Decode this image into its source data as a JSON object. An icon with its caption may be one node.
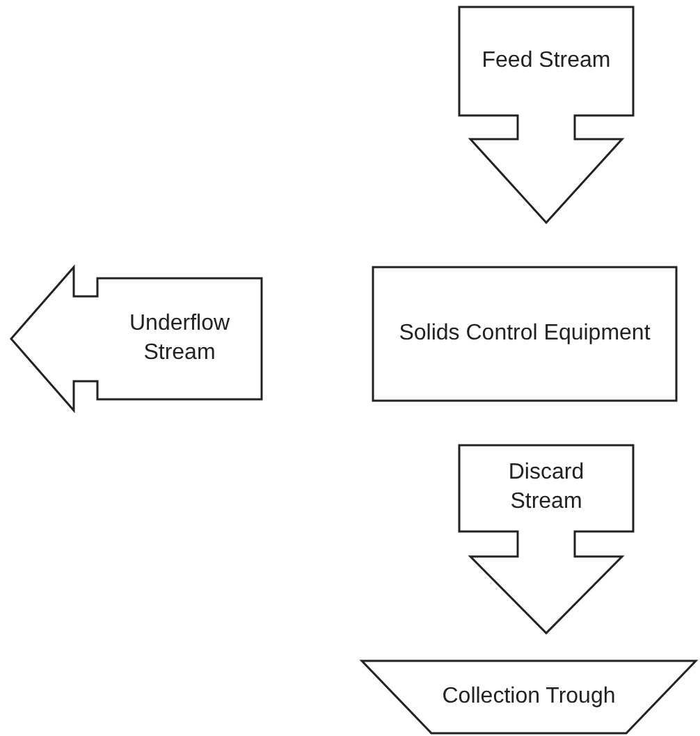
{
  "diagram": {
    "nodes": [
      {
        "text": [
          "Feed Stream"
        ]
      },
      {
        "text": [
          "Underflow Stream"
        ]
      },
      {
        "text": [
          "Solids Control Equipment"
        ]
      },
      {
        "text": [
          "Discard Stream"
        ]
      },
      {
        "text": [
          "Collection Trough"
        ]
      }
    ]
  }
}
